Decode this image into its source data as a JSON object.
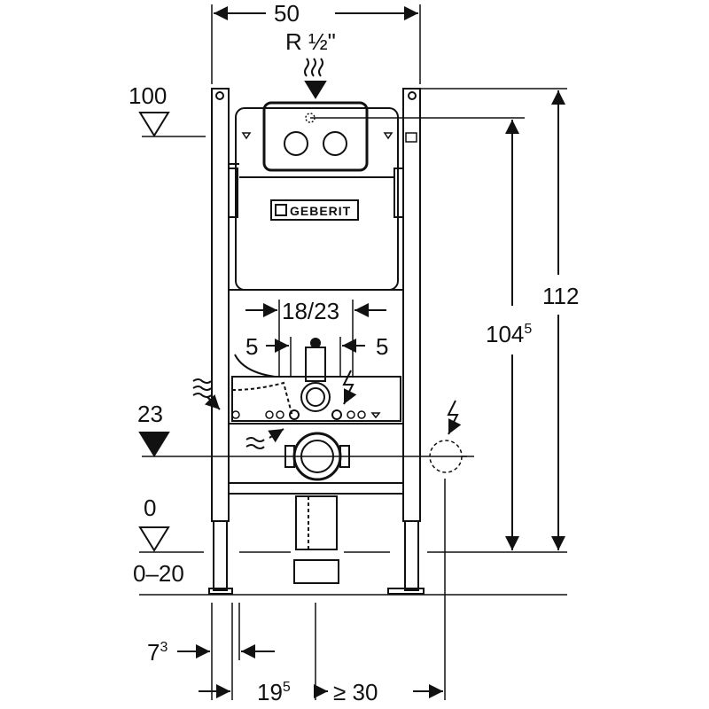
{
  "dimensions": {
    "top_width": "50",
    "supply": "R ½\"",
    "inner_spacing": "18/23",
    "left_offset": "5",
    "right_offset": "5",
    "height_total": "112",
    "height_inner_base": "104",
    "height_inner_sup": "5",
    "bottom_left_base": "7",
    "bottom_left_sup": "3",
    "bottom_mid_base": "19",
    "bottom_mid_sup": "5",
    "bottom_right": "≥ 30"
  },
  "levels": {
    "top_level": "100",
    "drain_level": "23",
    "floor_level": "0",
    "floor_range": "0–20"
  },
  "logo": {
    "brand": "GEBERIT"
  },
  "icons": {
    "supply": "water-supply-icon",
    "electric": "electric-icon",
    "flush": "flush-water-icon",
    "drain": "drain-water-icon"
  }
}
